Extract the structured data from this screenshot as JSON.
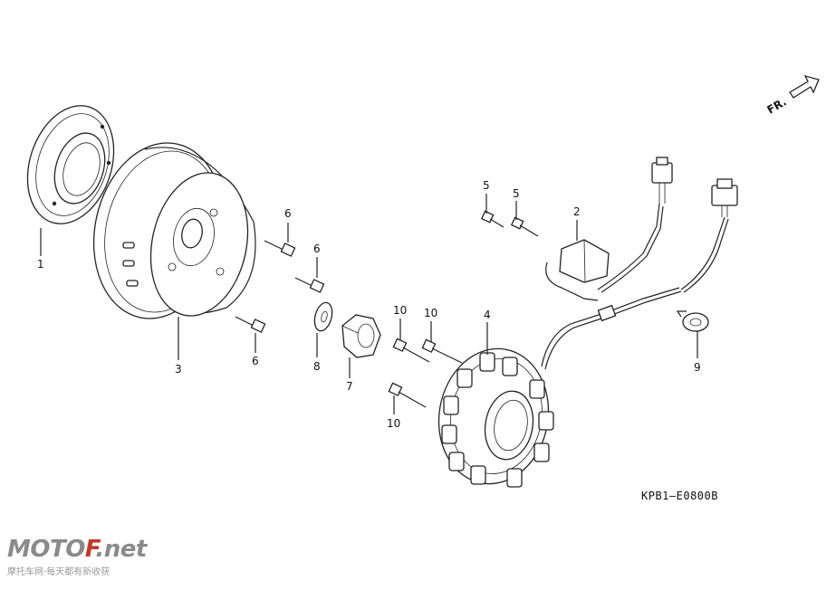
{
  "diagram": {
    "direction_marker": "FR.",
    "diagram_code": "KPB1—E0800B",
    "callouts": {
      "c1": "1",
      "c2": "2",
      "c3": "3",
      "c4": "4",
      "c5a": "5",
      "c5b": "5",
      "c6a": "6",
      "c6b": "6",
      "c6c": "6",
      "c7": "7",
      "c8": "8",
      "c9": "9",
      "c10a": "10",
      "c10b": "10",
      "c10c": "10"
    }
  },
  "watermark": {
    "logo_main": "MOTO",
    "logo_accent": "F",
    "logo_tail": ".net",
    "subtitle": "摩托车网·每天都有新收获"
  }
}
